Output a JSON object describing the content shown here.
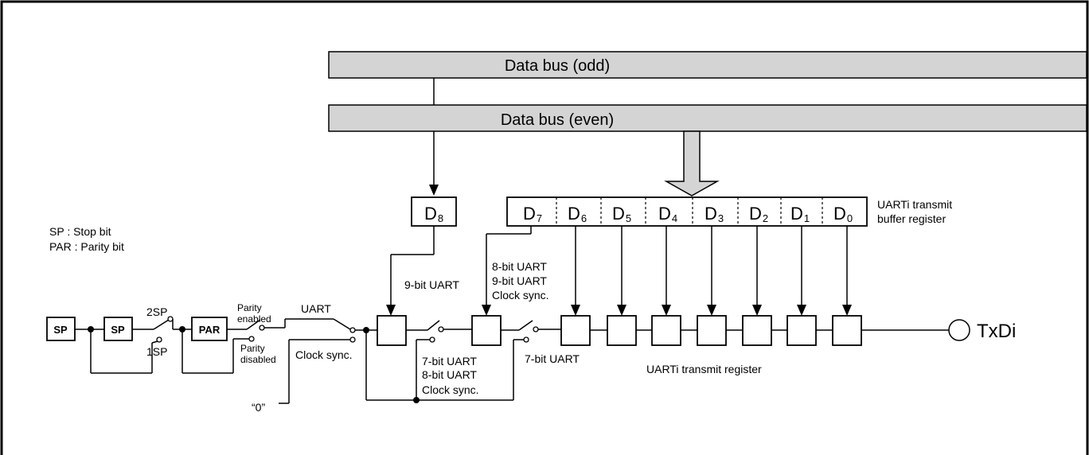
{
  "buses": {
    "odd": "Data bus (odd)",
    "even": "Data bus (even)"
  },
  "buffer": {
    "d8": {
      "main": "D",
      "sub": "8"
    },
    "bits": [
      {
        "main": "D",
        "sub": "7"
      },
      {
        "main": "D",
        "sub": "6"
      },
      {
        "main": "D",
        "sub": "5"
      },
      {
        "main": "D",
        "sub": "4"
      },
      {
        "main": "D",
        "sub": "3"
      },
      {
        "main": "D",
        "sub": "2"
      },
      {
        "main": "D",
        "sub": "1"
      },
      {
        "main": "D",
        "sub": "0"
      }
    ],
    "label_line1": "UARTi transmit",
    "label_line2": "buffer register"
  },
  "legend": {
    "sp": "SP : Stop bit",
    "par": "PAR : Parity bit"
  },
  "blocks": {
    "sp": "SP",
    "par": "PAR"
  },
  "switch_labels": {
    "two_sp": "2SP",
    "one_sp": "1SP",
    "parity_enabled_1": "Parity",
    "parity_enabled_2": "enabled",
    "parity_disabled_1": "Parity",
    "parity_disabled_2": "disabled",
    "uart": "UART",
    "clock_sync": "Clock sync.",
    "zero": "“0”",
    "nine_bit": "9-bit UART",
    "mode_a_1": "8-bit UART",
    "mode_a_2": "9-bit UART",
    "mode_a_3": "Clock sync.",
    "mode_b_1": "7-bit UART",
    "mode_b_2": "8-bit UART",
    "mode_b_3": "Clock sync.",
    "seven_bit": "7-bit UART"
  },
  "transmit_register_label": "UARTi transmit register",
  "output_label": "TxDi"
}
